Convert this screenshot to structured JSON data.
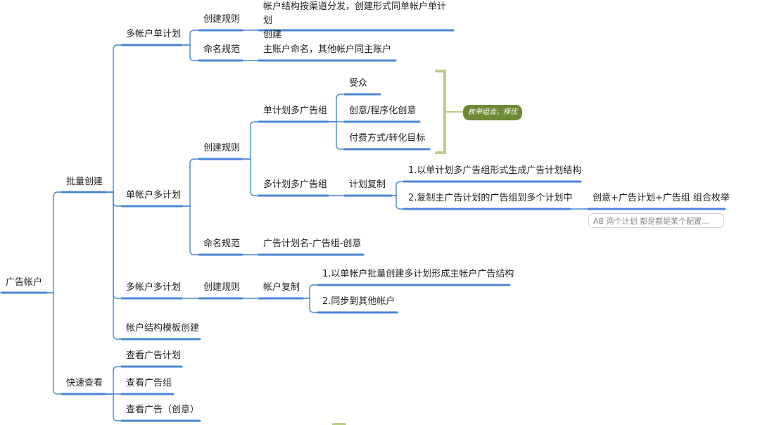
{
  "colors": {
    "line": "#4a86d4",
    "bracket": "#b9cf86",
    "callout_bg": "#6e8a35"
  },
  "root": {
    "label": "广告帐户"
  },
  "batch_create": {
    "label": "批量创建",
    "multi_account_single_plan": {
      "label": "多帐户单计划",
      "creation_rule": {
        "label": "创建规则",
        "detail_line1": "帐户结构按渠道分发，创建形式同单帐户单计划",
        "detail_line2": "创建"
      },
      "naming_rule": {
        "label": "命名规范",
        "detail": "主账户命名，其他帐户同主账户"
      }
    },
    "single_account_multi_plan": {
      "label": "单帐户多计划",
      "creation_rule": {
        "label": "创建规则",
        "single_plan_multi_adgroup": {
          "label": "单计划多广告组",
          "items": [
            "受众",
            "创意/程序化创意",
            "付费方式/转化目标"
          ],
          "callout": "枚举组合，择优"
        },
        "multi_plan_multi_adgroup": {
          "label": "多计划多广告组",
          "plan_copy": {
            "label": "计划复制",
            "option1": "1.以单计划多广告组形式生成广告计划结构",
            "option2": "2.复制主广告计划的广告组到多个计划中",
            "combo": "创意+广告计划+广告组 组合枚举",
            "note": "AB 两个计划 都是都是某个配置..."
          }
        }
      },
      "naming_rule": {
        "label": "命名规范",
        "detail": "广告计划名-广告组-创意"
      }
    },
    "multi_account_multi_plan": {
      "label": "多帐户多计划",
      "creation_rule": {
        "label": "创建规则",
        "account_copy": {
          "label": "帐户复制",
          "option1": "1.以单帐户批量创建多计划形成主帐户广告结构",
          "option2": "2.同步到其他帐户"
        }
      }
    },
    "template_create": {
      "label": "帐户结构模板创建"
    }
  },
  "quick_view": {
    "label": "快速查看",
    "items": [
      "查看广告计划",
      "查看广告组",
      "查看广告（创意）"
    ]
  }
}
